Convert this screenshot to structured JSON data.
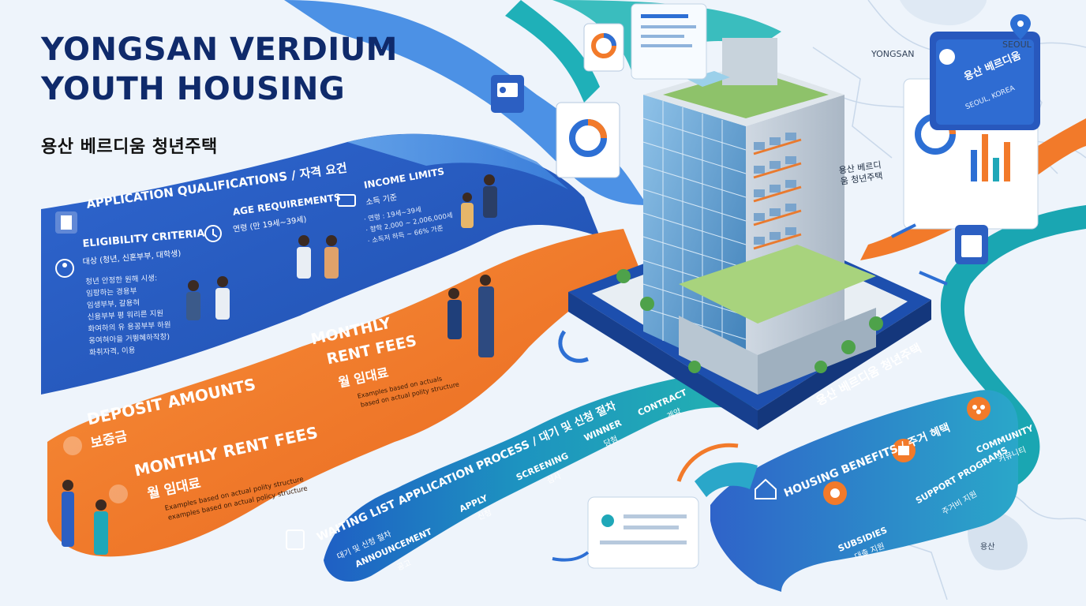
{
  "title": {
    "line1": "YONGSAN VERDIUM",
    "line2": "YOUTH HOUSING",
    "korean": "용산 베르디움 청년주택"
  },
  "qualifications": {
    "header": "APPLICATION QUALIFICATIONS / 자격 요건",
    "eligibility_title": "ELIGIBILITY CRITERIA",
    "eligibility_sub": "대상 (청년, 신혼부부, 대학생)",
    "eligibility_items": [
      "청년 안정한 원해 시생:",
      "임팡하는 경용부",
      "임생부부, 갈용혀",
      "신용부부 평 워리른 지원",
      "화여하의 유 용꽁부부 하원",
      "옹여혀아을 거뜅혜하작창)",
      "화취자격, 이용"
    ],
    "age_title": "AGE REQUIREMENTS",
    "age_sub": "연령 (만 19세~39세)",
    "income_title": "INCOME LIMITS",
    "income_sub": "소득 기준",
    "income_items": [
      "· 연령 : 19세~39세",
      "· 향학 2,000 ~ 2,006,000세",
      "· 소득저 하득 ~ 66% 가준"
    ]
  },
  "fees": {
    "deposit_title": "DEPOSIT AMOUNTS",
    "deposit_ko": "보증금",
    "monthly_title": "MONTHLY RENT FEES",
    "monthly_ko": "월 임대료",
    "note_line1": "Examples based on actual polity structure",
    "note_line2": "examples based on actual policy structure",
    "monthly2_title_l1": "MONTHLY",
    "monthly2_title_l2": "RENT FEES",
    "monthly2_ko": "월 임대료",
    "note2_line1": "Examples based on actuals",
    "note2_line2": "based on actual polity structure"
  },
  "process": {
    "header": "WAITING LIST APPLICATION PROCESS / 대기 및 신청 절차",
    "header_ko": "대기 및 신청 절차",
    "steps": [
      {
        "en": "ANNOUNCEMENT",
        "ko": "공고"
      },
      {
        "en": "APPLY",
        "ko": "신청"
      },
      {
        "en": "SCREENING",
        "ko": "심사"
      },
      {
        "en": "WINNER",
        "ko": "당첨"
      },
      {
        "en": "CONTRACT",
        "ko": "계약"
      }
    ]
  },
  "benefits": {
    "header": "HOUSING BENEFITS / 주거 혜택",
    "items": [
      {
        "en": "SUBSIDIES",
        "ko": "대출 지원"
      },
      {
        "en": "SUPPORT PROGRAMS",
        "ko": "주거비 지원"
      },
      {
        "en": "COMMUNITY",
        "ko": "커뮤니티"
      }
    ]
  },
  "building": {
    "plaza_sign": "용산 베르디움 청년주택",
    "facade_sign": "용산 베르디움 청년주택"
  },
  "map": {
    "yongsan": "YONGSAN",
    "seoul": "SEOUL",
    "card_name": "용산 베르디움",
    "card_sub": "SEOUL, KOREA",
    "district": "용산"
  },
  "colors": {
    "navy": "#0f2a6b",
    "blue": "#2d6fd4",
    "orange": "#f27a2a",
    "teal": "#1fa7b8"
  },
  "icons": [
    "id-card-icon",
    "donut-chart-icon",
    "bar-chart-icon",
    "clock-icon",
    "money-icon",
    "person-icon",
    "calendar-icon",
    "map-pin-icon",
    "house-icon",
    "hand-coin-icon",
    "community-icon"
  ]
}
